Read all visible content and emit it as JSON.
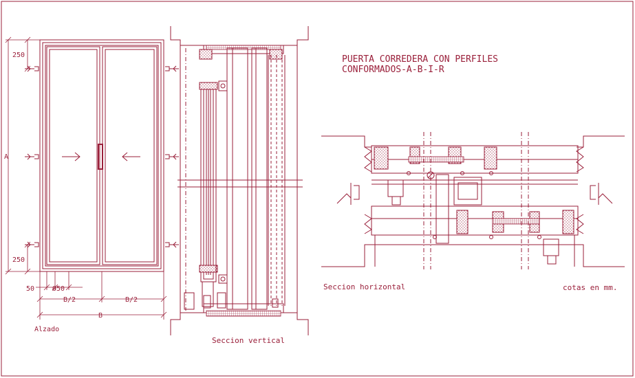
{
  "title": {
    "line1": "PUERTA CORREDERA CON PERFILES",
    "line2": "CONFORMADOS-A-B-I-R"
  },
  "captions": {
    "elevation": "Alzado",
    "vertical_section": "Seccion vertical",
    "horizontal_section": "Seccion horizontal",
    "units_note": "cotas en mm."
  },
  "dimensions": {
    "top_offset": "250",
    "bottom_offset": "250",
    "height": "A",
    "margin": "50",
    "handle_diameter": "Ø50",
    "half_width_left": "B/2",
    "half_width_right": "B/2",
    "total_width": "B"
  },
  "colors": {
    "ink": "#9a1f3a",
    "background": "#ffffff"
  }
}
